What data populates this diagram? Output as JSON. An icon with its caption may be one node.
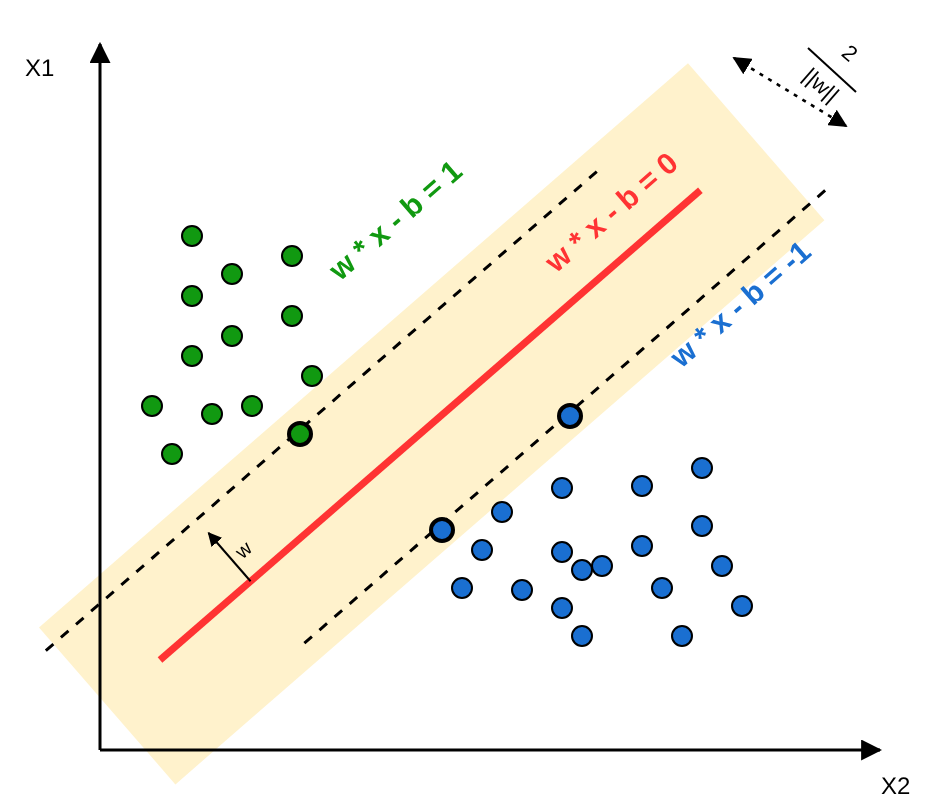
{
  "diagram": {
    "labels": [
      "X1",
      "X2",
      "w * x - b = 1",
      "w * x - b = 0",
      "w * x - b = -1",
      "w",
      "2",
      "||w||"
    ]
  }
}
